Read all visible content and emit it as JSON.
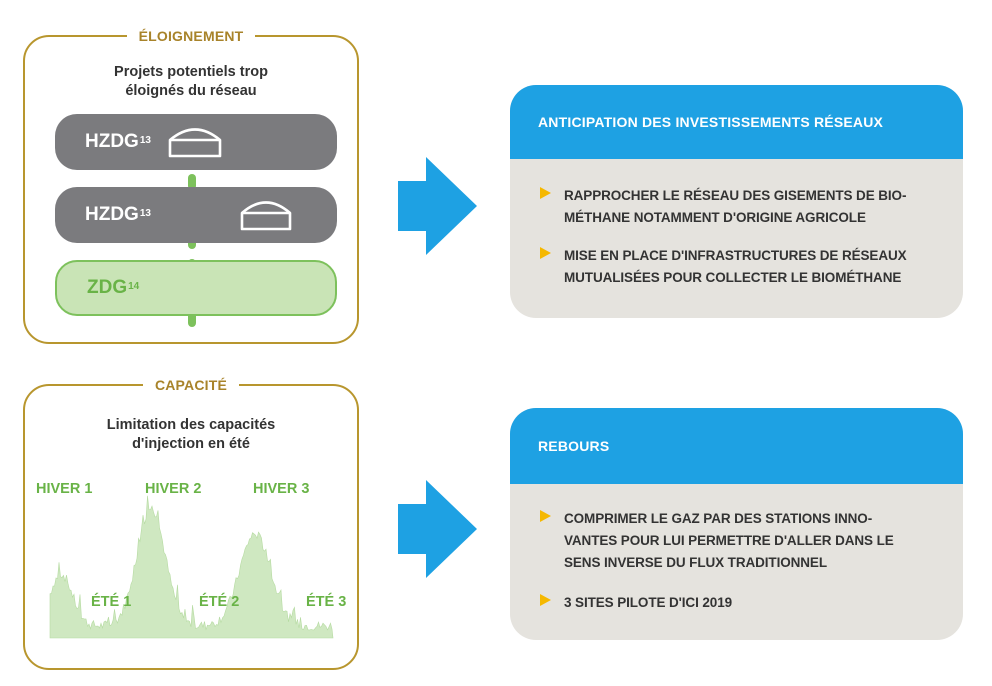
{
  "eloignement": {
    "title": "ÉLOIGNEMENT",
    "subtitle_line1": "Projets potentiels trop",
    "subtitle_line2": "éloignés du réseau",
    "zones": [
      {
        "label": "HZDG",
        "note": "13"
      },
      {
        "label": "HZDG",
        "note": "13"
      },
      {
        "label": "ZDG",
        "note": "14"
      }
    ]
  },
  "capacite": {
    "title": "CAPACITÉ",
    "subtitle_line1": "Limitation des capacités",
    "subtitle_line2": "d'injection en été",
    "seasons": [
      "HIVER 1",
      "HIVER 2",
      "HIVER 3",
      "ÉTÉ 1",
      "ÉTÉ 2",
      "ÉTÉ 3"
    ]
  },
  "panels": [
    {
      "heading": "ANTICIPATION DES INVESTISSEMENTS RÉSEAUX",
      "bullets": [
        {
          "line1": "RAPPROCHER LE RÉSEAU DES GISEMENTS DE BIO-",
          "line2": "MÉTHANE NOTAMMENT D'ORIGINE AGRICOLE"
        },
        {
          "line1": "MISE EN PLACE D'INFRASTRUCTURES DE RÉSEAUX",
          "line2": "MUTUALISÉES POUR COLLECTER LE BIOMÉTHANE"
        }
      ]
    },
    {
      "heading": "REBOURS",
      "bullets": [
        {
          "line1": "COMPRIMER LE GAZ PAR DES STATIONS INNO-",
          "line2": "VANTES POUR LUI PERMETTRE D'ALLER DANS LE",
          "line3": "SENS INVERSE DU FLUX TRADITIONNEL"
        },
        {
          "line1": "3 SITES PILOTE D'ICI 2019"
        }
      ]
    }
  ],
  "colors": {
    "gold": "#b8962e",
    "gray_zone": "#7b7b7e",
    "green": "#7dc15c",
    "green_fill": "#c9e4b6",
    "blue": "#1ea1e3",
    "panel_bg": "#e5e3de",
    "bullet": "#f5b800"
  }
}
